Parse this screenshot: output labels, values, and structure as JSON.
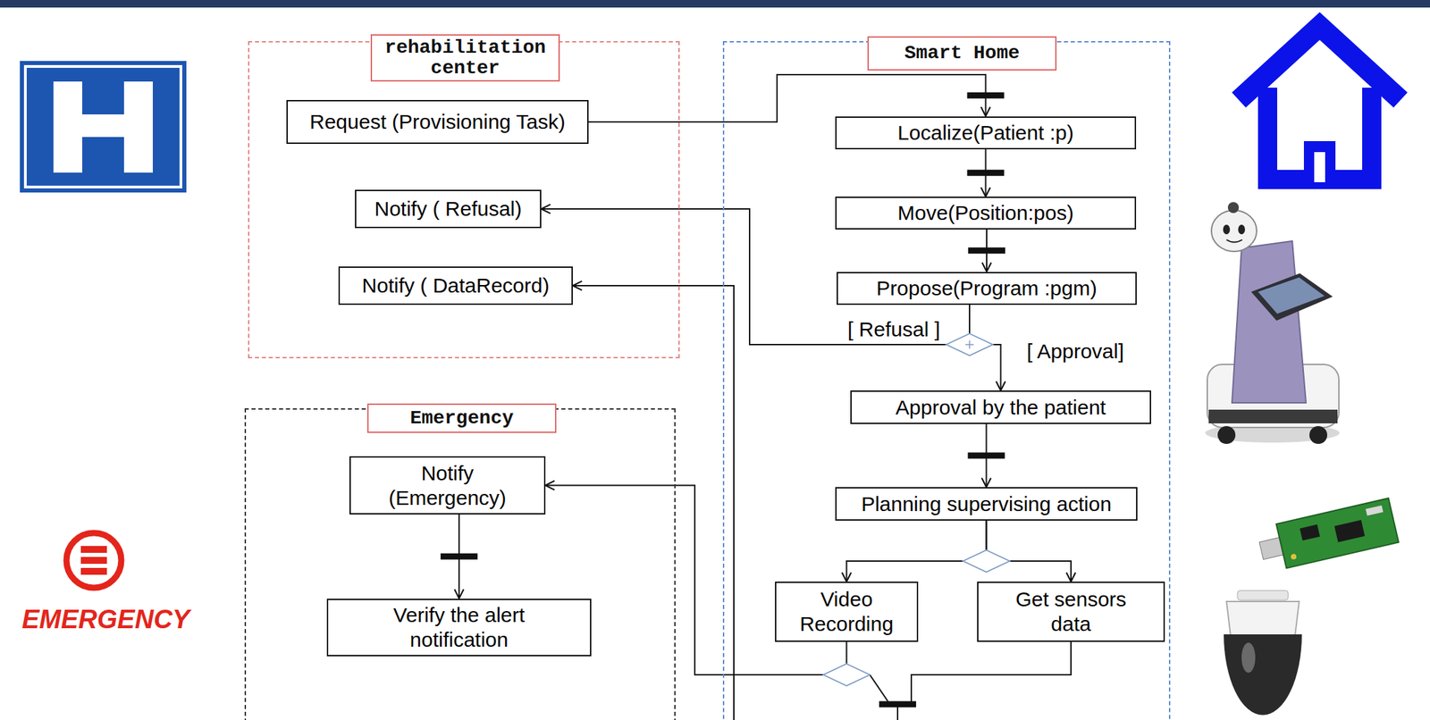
{
  "diagram": {
    "nodes": [
      {
        "text": [
          "rehabilitation center"
        ]
      },
      {
        "text": [
          "Request (Provisioning Task)"
        ],
        "in": 0
      },
      {
        "text": [
          "Notify ( Refusal)"
        ],
        "in": 0
      },
      {
        "text": [
          "Notify ( DataRecord)"
        ],
        "in": 0
      },
      {
        "text": [
          "Smart Home"
        ]
      },
      {
        "text": [
          "Localize(Patient :p)"
        ],
        "in": 4
      },
      {
        "text": [
          "Move(Position:pos)"
        ],
        "in": 4
      },
      {
        "text": [
          "Propose(Program :pgm)"
        ],
        "in": 4
      },
      {
        "text": [
          "Approval by the patient"
        ],
        "in": 4
      },
      {
        "text": [
          "Planning supervising action"
        ],
        "in": 4
      },
      {
        "text": [
          "Video Recording"
        ],
        "in": 4
      },
      {
        "text": [
          "Get sensors data"
        ],
        "in": 4
      },
      {
        "text": [
          "Emergency"
        ]
      },
      {
        "text": [
          "Notify (Emergency)"
        ],
        "in": 12
      },
      {
        "text": [
          "Verify the alert notification"
        ],
        "in": 12
      }
    ],
    "edges": [
      {
        "from": 1,
        "to": 5,
        "arrow": "to"
      },
      {
        "from": 5,
        "to": 6,
        "arrow": "to"
      },
      {
        "from": 6,
        "to": 7,
        "arrow": "to"
      },
      {
        "from": 7,
        "to": 2,
        "label": "[ Refusal ]",
        "arrow": "to"
      },
      {
        "from": 7,
        "to": 8,
        "label": "[ Approval]",
        "arrow": "to"
      },
      {
        "from": 8,
        "to": 9,
        "arrow": "to"
      },
      {
        "from": 9,
        "to": 10,
        "arrow": "to"
      },
      {
        "from": 9,
        "to": 11,
        "arrow": "to"
      },
      {
        "from": 10,
        "to": 13,
        "arrow": "to"
      },
      {
        "from": 13,
        "to": 14,
        "arrow": "to"
      }
    ],
    "labels": [
      "EMERGENCY"
    ]
  }
}
